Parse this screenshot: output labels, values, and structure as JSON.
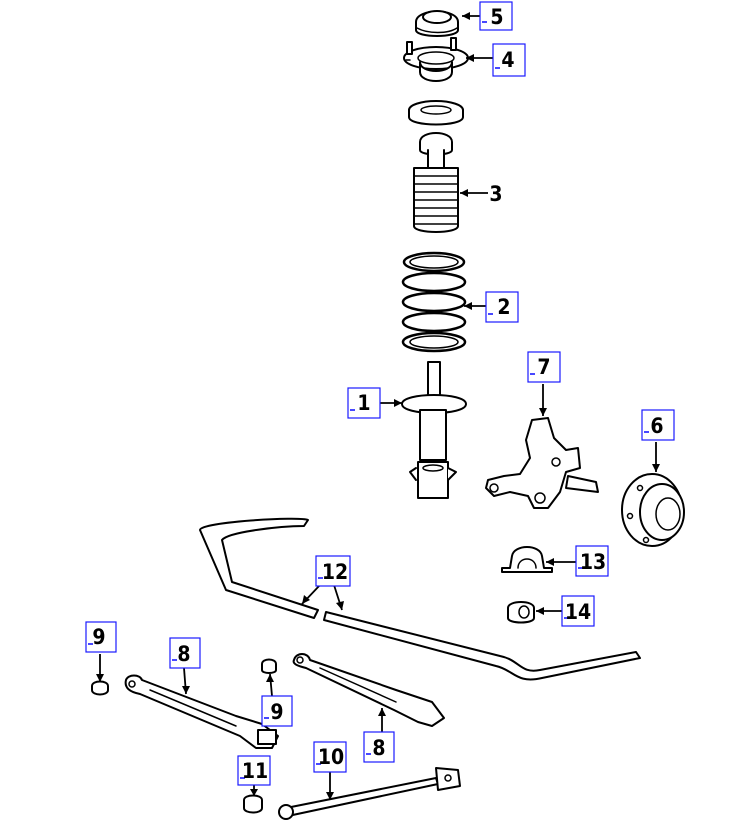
{
  "callouts": [
    {
      "id": "c5",
      "label": "5"
    },
    {
      "id": "c4",
      "label": "4"
    },
    {
      "id": "c3",
      "label": "3"
    },
    {
      "id": "c2",
      "label": "2"
    },
    {
      "id": "c1",
      "label": "1"
    },
    {
      "id": "c7",
      "label": "7"
    },
    {
      "id": "c6",
      "label": "6"
    },
    {
      "id": "c12",
      "label": "12"
    },
    {
      "id": "c13",
      "label": "13"
    },
    {
      "id": "c14",
      "label": "14"
    },
    {
      "id": "c9a",
      "label": "9"
    },
    {
      "id": "c8a",
      "label": "8"
    },
    {
      "id": "c9b",
      "label": "9"
    },
    {
      "id": "c8b",
      "label": "8"
    },
    {
      "id": "c11",
      "label": "11"
    },
    {
      "id": "c10",
      "label": "10"
    }
  ],
  "colors": {
    "callout_border": "#1a1aff",
    "line": "#000000"
  }
}
